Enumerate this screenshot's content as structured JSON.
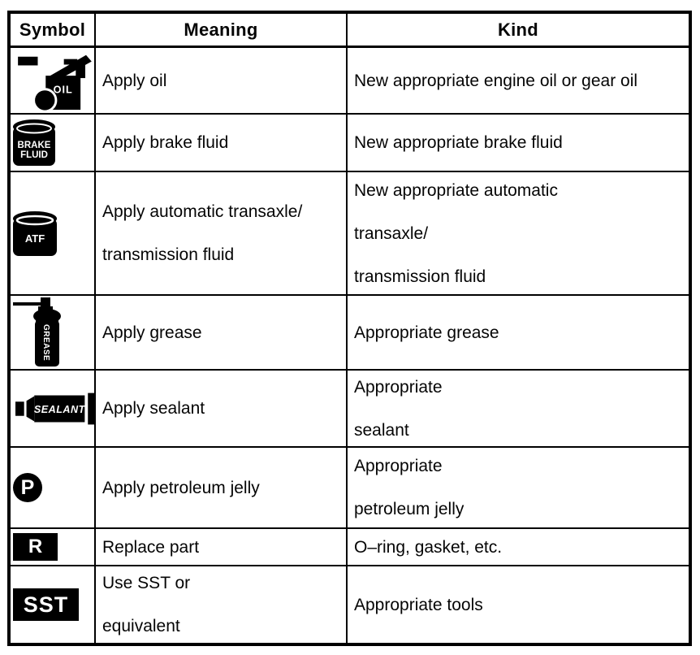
{
  "table": {
    "headers": [
      "Symbol",
      "Meaning",
      "Kind"
    ],
    "rows": [
      {
        "symbol_icon": "oil-can",
        "symbol_label": "OIL",
        "meaning": "Apply oil",
        "kind": "New appropriate engine oil or gear oil"
      },
      {
        "symbol_icon": "brake-fluid-can",
        "symbol_label_lines": [
          "BRAKE",
          "FLUID"
        ],
        "meaning": "Apply brake fluid",
        "kind": "New appropriate brake fluid"
      },
      {
        "symbol_icon": "atf-can",
        "symbol_label": "ATF",
        "meaning": "Apply automatic transaxle/\ntransmission fluid",
        "kind": "New appropriate automatic\ntransaxle/\ntransmission fluid"
      },
      {
        "symbol_icon": "grease-spray-can",
        "symbol_label": "GREASE",
        "meaning": "Apply grease",
        "kind": "Appropriate grease"
      },
      {
        "symbol_icon": "sealant-tube",
        "symbol_label": "SEALANT",
        "meaning": "Apply sealant",
        "kind": "Appropriate\nsealant"
      },
      {
        "symbol_icon": "petroleum-jelly-mark",
        "symbol_label": "P",
        "meaning": "Apply petroleum jelly",
        "kind": "Appropriate\npetroleum jelly"
      },
      {
        "symbol_icon": "replace-mark",
        "symbol_label": "R",
        "meaning": "Replace part",
        "kind": "O–ring, gasket, etc."
      },
      {
        "symbol_icon": "sst-mark",
        "symbol_label": "SST",
        "meaning": "Use SST or\nequivalent",
        "kind": "Appropriate tools"
      }
    ],
    "colors": {
      "border": "#000000",
      "icon_fill": "#000000",
      "icon_text": "#ffffff",
      "background": "#ffffff"
    }
  }
}
